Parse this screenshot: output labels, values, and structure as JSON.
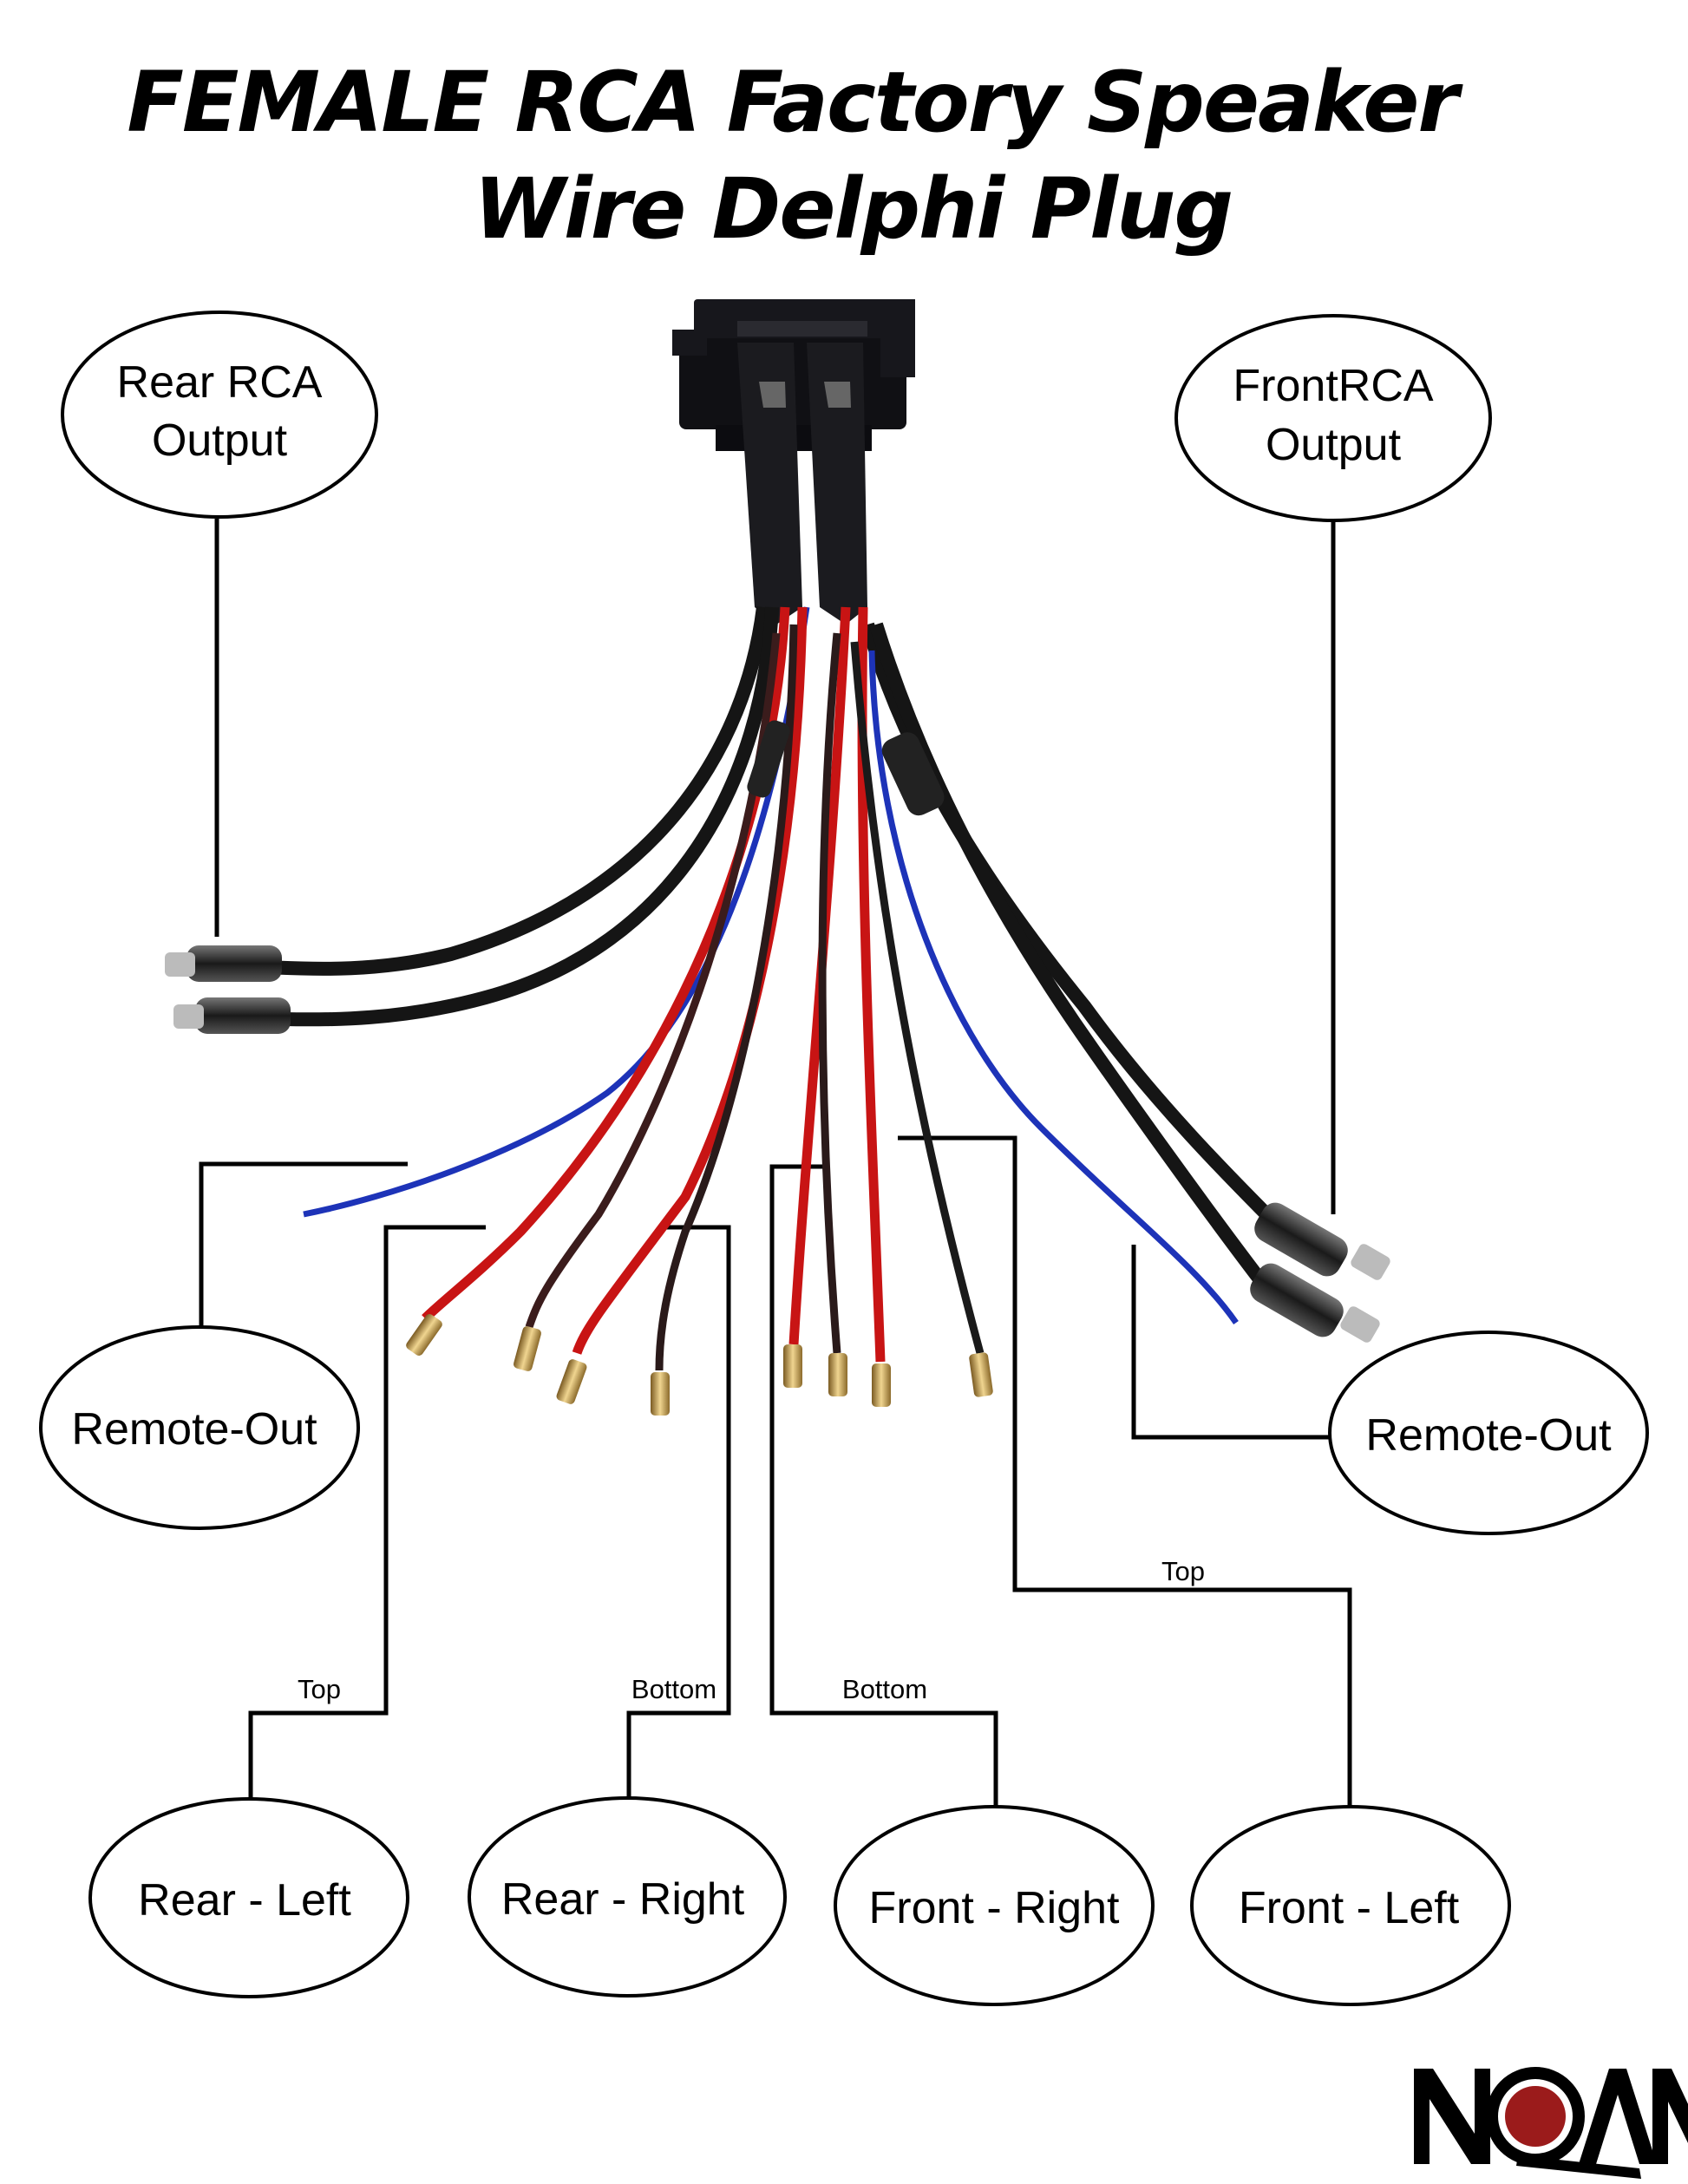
{
  "title": {
    "line1": "FEMALE RCA Factory Speaker",
    "line2": "Wire Delphi Plug"
  },
  "labels": {
    "rear_rca_output": [
      "Rear RCA",
      "Output"
    ],
    "front_rca_output": [
      "FrontRCA",
      "Output"
    ],
    "remote_out_left": "Remote-Out",
    "remote_out_right": "Remote-Out",
    "rear_left": "Rear - Left",
    "rear_right": "Rear - Right",
    "front_right": "Front - Right",
    "front_left": "Front - Left"
  },
  "wire_notes": {
    "rear_left_pos": "Top",
    "rear_right_pos": "Bottom",
    "front_right_pos": "Bottom",
    "front_left_pos": "Top"
  },
  "logo": {
    "text": "NOAM",
    "accent_color": "#9b1b1b"
  },
  "colors": {
    "wire_red": "#c81414",
    "wire_black": "#151515",
    "wire_blue": "#1d33b8",
    "connector": "#101014"
  }
}
